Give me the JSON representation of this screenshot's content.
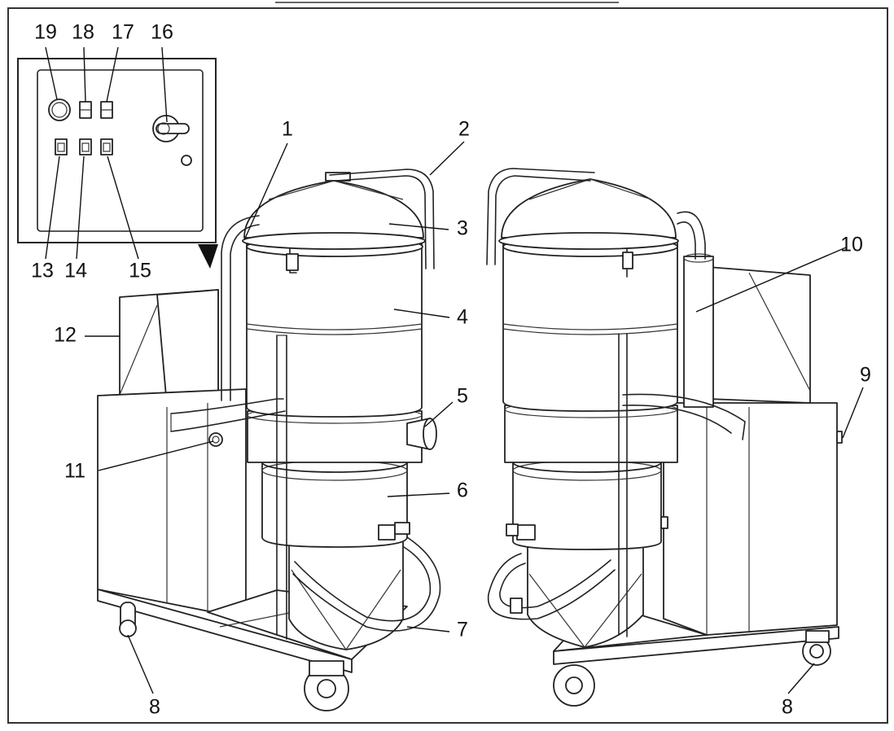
{
  "figure": {
    "colors": {
      "line": "#222222",
      "background": "#ffffff",
      "frame": "#333333"
    },
    "callouts": [
      {
        "id": "1",
        "label": "1"
      },
      {
        "id": "2",
        "label": "2"
      },
      {
        "id": "3",
        "label": "3"
      },
      {
        "id": "4",
        "label": "4"
      },
      {
        "id": "5",
        "label": "5"
      },
      {
        "id": "6",
        "label": "6"
      },
      {
        "id": "7",
        "label": "7"
      },
      {
        "id": "8a",
        "label": "8"
      },
      {
        "id": "8b",
        "label": "8"
      },
      {
        "id": "9",
        "label": "9"
      },
      {
        "id": "10",
        "label": "10"
      },
      {
        "id": "11",
        "label": "11"
      },
      {
        "id": "12",
        "label": "12"
      },
      {
        "id": "13",
        "label": "13"
      },
      {
        "id": "14",
        "label": "14"
      },
      {
        "id": "15",
        "label": "15"
      },
      {
        "id": "16",
        "label": "16"
      },
      {
        "id": "17",
        "label": "17"
      },
      {
        "id": "18",
        "label": "18"
      },
      {
        "id": "19",
        "label": "19"
      }
    ]
  }
}
